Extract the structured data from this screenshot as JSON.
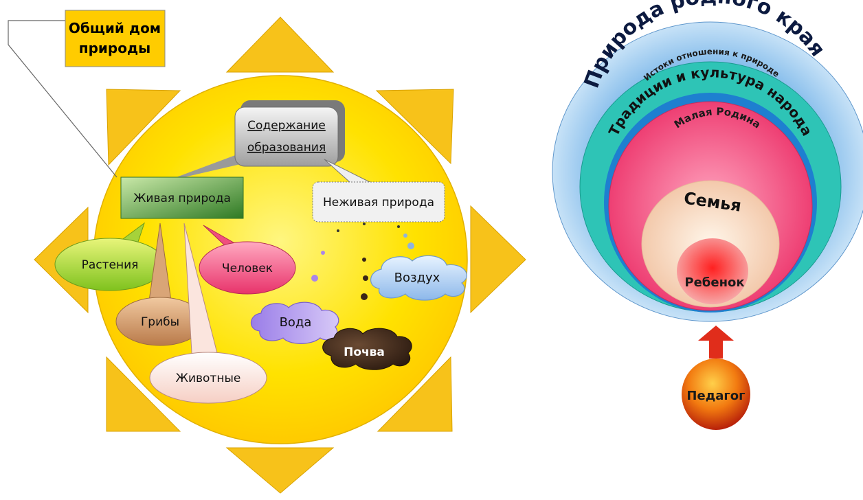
{
  "left_diagram": {
    "title_box": {
      "line1": "Общий дом",
      "line2": "природы"
    },
    "content_box": {
      "line1": "Содержание",
      "line2": "образования"
    },
    "living_nature": "Живая природа",
    "nonliving_nature": "Неживая природа",
    "living_items": {
      "plants": "Растения",
      "human": "Человек",
      "fungi": "Грибы",
      "animals": "Животные"
    },
    "nonliving_items": {
      "air": "Воздух",
      "water": "Вода",
      "soil": "Почва"
    },
    "colors": {
      "sun": "#ffd700",
      "rays": "#f7c21a",
      "title_box": "#ffcc00",
      "living": "#3f8a32"
    }
  },
  "right_diagram": {
    "circles": {
      "outer": "Природа родного края",
      "level2": "Истоки отношения к природе",
      "level3": "Традиции и культура народа",
      "level4": "Малая Родина",
      "level5": "Семья",
      "inner": "Ребенок"
    },
    "teacher": "Педагог",
    "colors": {
      "outer": "#6aaae0",
      "teal": "#2ec4b6",
      "pink": "#f0507f",
      "cream": "#f8e6d0",
      "arrow": "#e02d1b"
    }
  }
}
